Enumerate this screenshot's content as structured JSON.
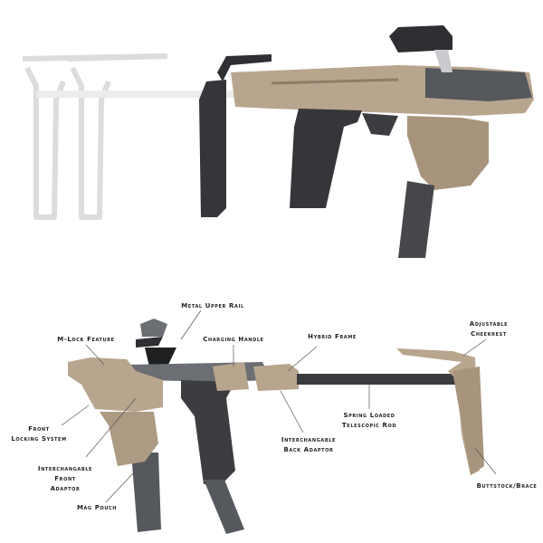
{
  "colors": {
    "tan": "#b8a58e",
    "tan_dark": "#8f7c66",
    "polymer": "#3c3d40",
    "slide": "#6b6e73",
    "ghost": "#e4e4e4"
  },
  "labels": {
    "metal_upper_rail": "Metal Upper Rail",
    "m_lock_feature": "M-Lock Feature",
    "charging_handle": "Charging Handle",
    "hybrid_frame": "Hybrid Frame",
    "adjustable_cheekrest": [
      "Adjustable",
      "Cheekrest"
    ],
    "front_locking_system": [
      "Front",
      "Locking System"
    ],
    "interchangable_front_adaptor": [
      "Interchangable",
      "Front",
      "Adaptor"
    ],
    "mag_pouch": "Mag Pouch",
    "spring_loaded_telescopic_rod": [
      "Spring Loaded",
      "Telescopic Rod"
    ],
    "interchangable_back_adaptor": [
      "Interchangable",
      "Back Adaptor"
    ],
    "buttstock_brace": "Buttstock/Brace"
  }
}
